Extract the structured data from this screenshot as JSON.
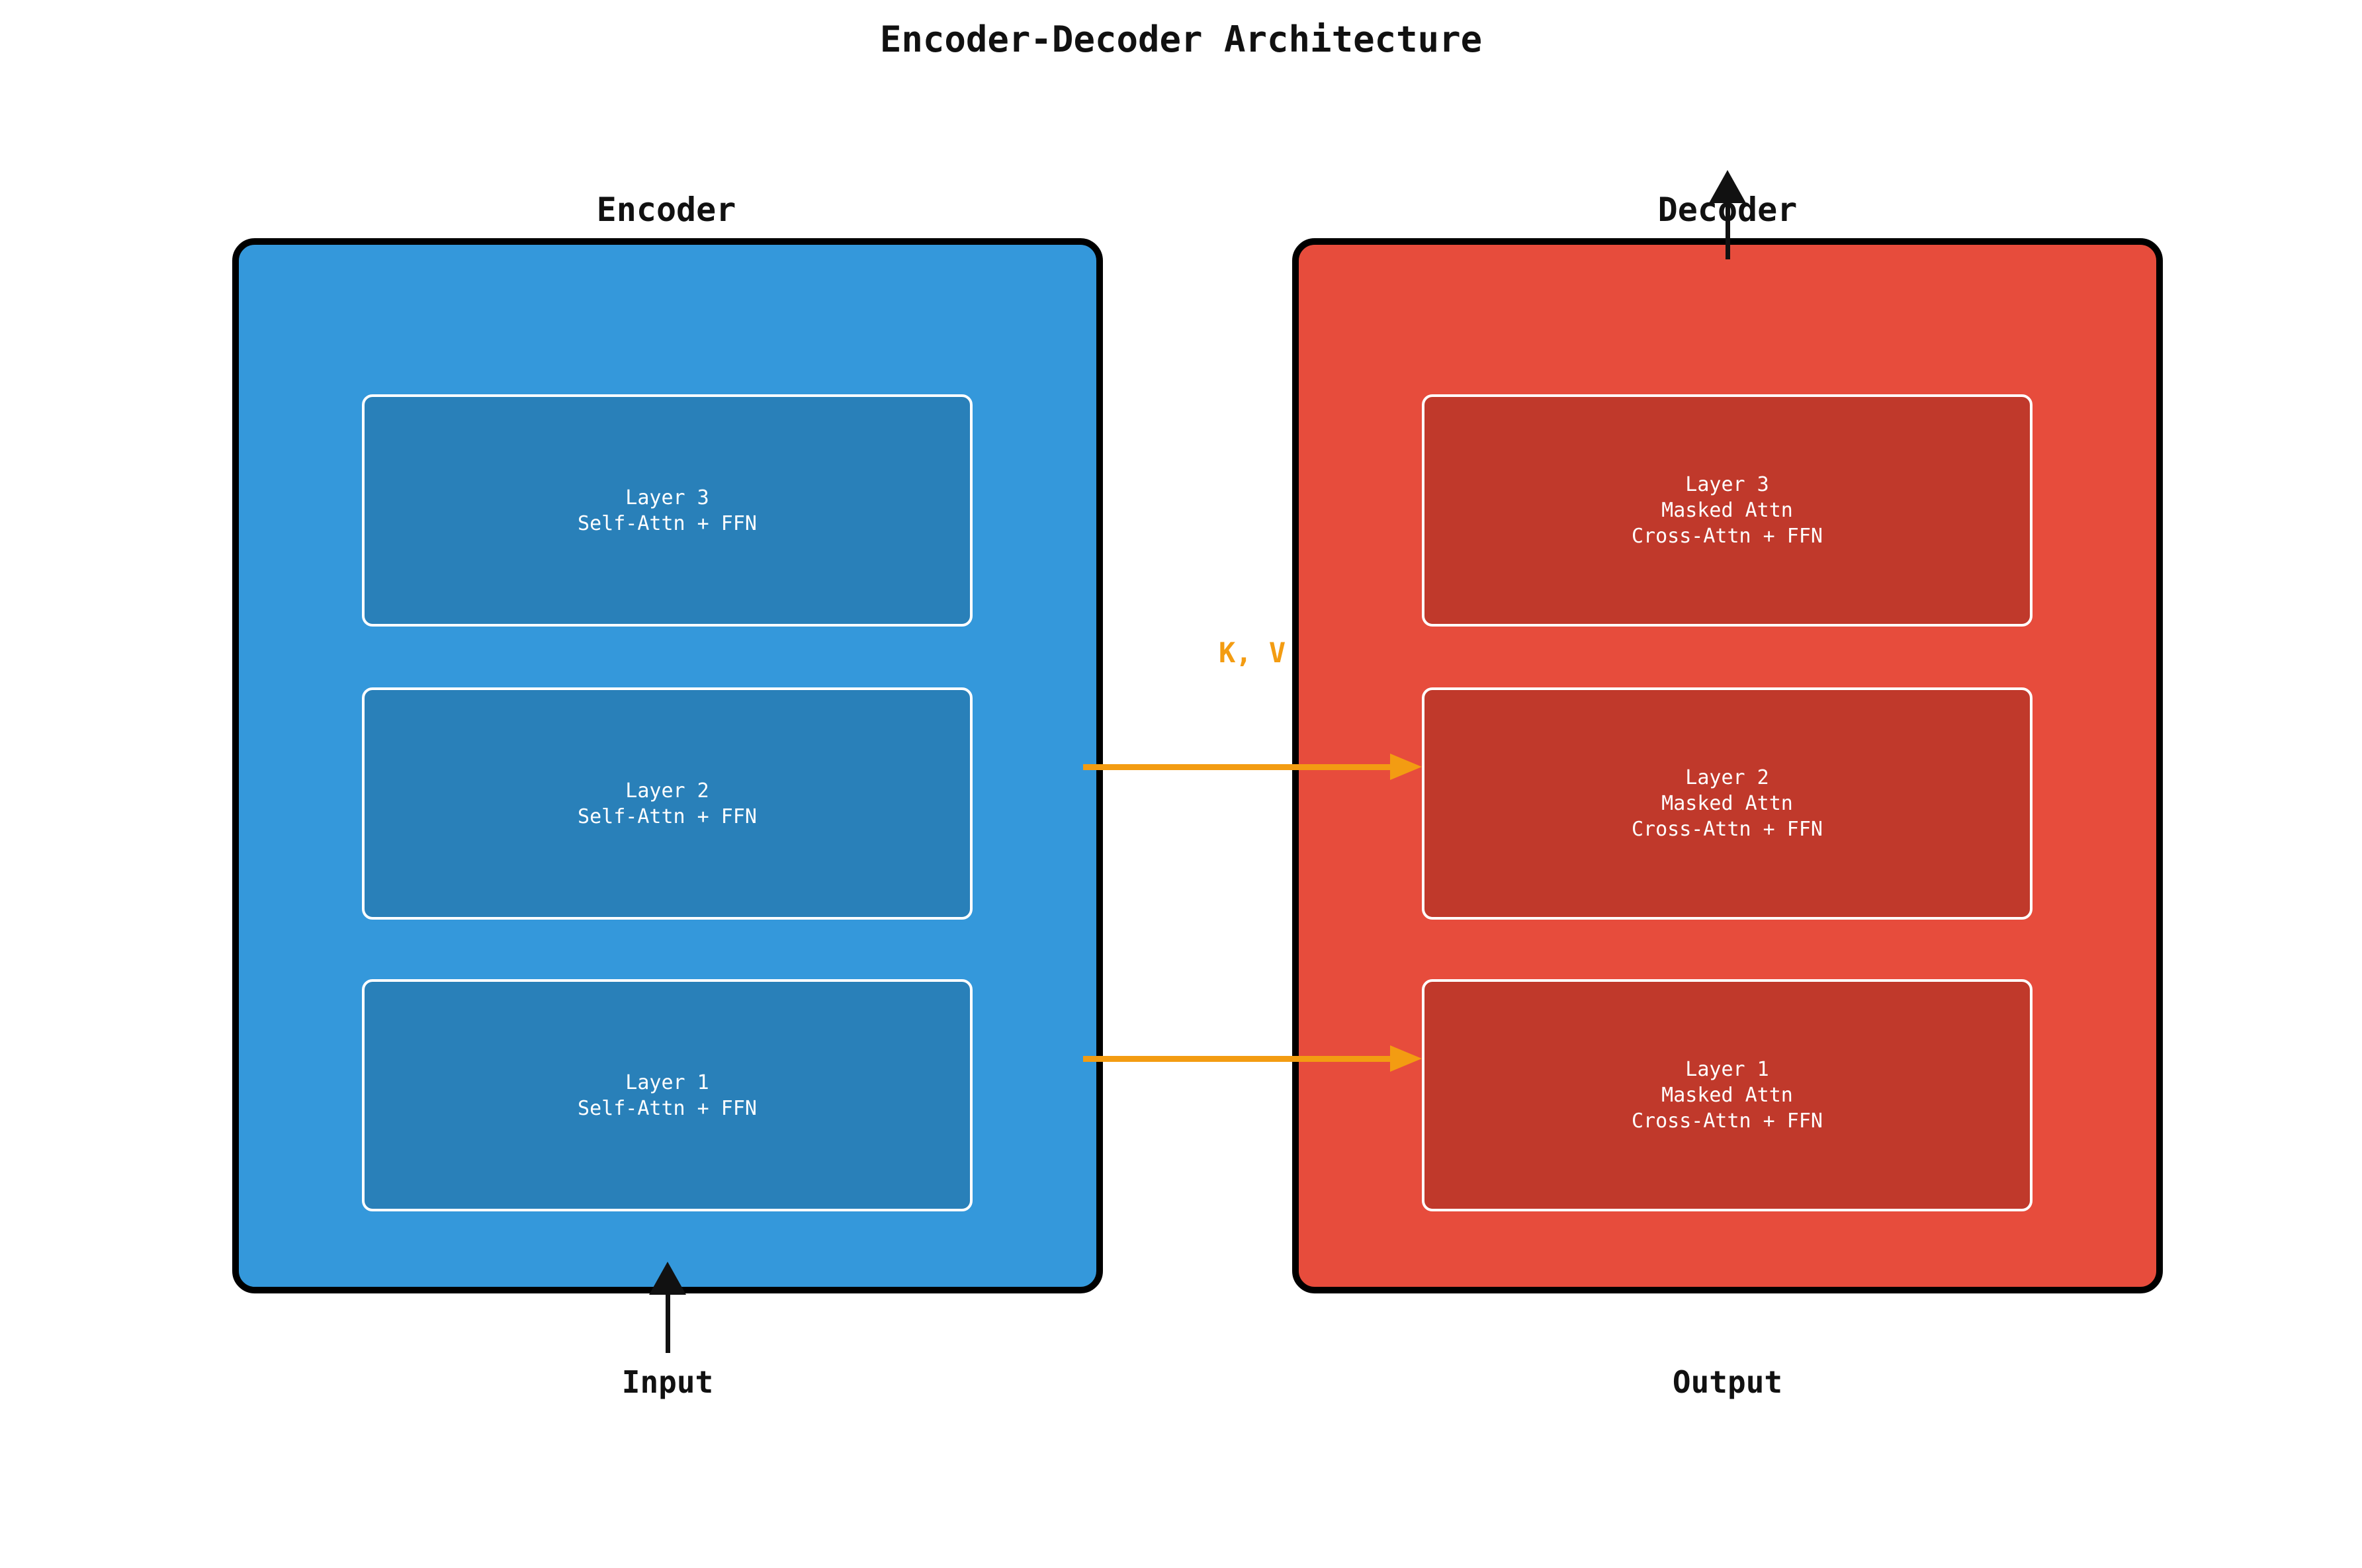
{
  "title": "Encoder-Decoder Architecture",
  "encoder": {
    "label": "Encoder",
    "color": "#3498db",
    "layer_color": "#2980b9",
    "layers": [
      {
        "lines": [
          "Layer 3",
          "Self-Attn + FFN"
        ]
      },
      {
        "lines": [
          "Layer 2",
          "Self-Attn + FFN"
        ]
      },
      {
        "lines": [
          "Layer 1",
          "Self-Attn + FFN"
        ]
      }
    ]
  },
  "decoder": {
    "label": "Decoder",
    "color": "#e74c3c",
    "layer_color": "#c0392b",
    "layers": [
      {
        "lines": [
          "Layer 3",
          "Masked Attn",
          "Cross-Attn + FFN"
        ]
      },
      {
        "lines": [
          "Layer 2",
          "Masked Attn",
          "Cross-Attn + FFN"
        ]
      },
      {
        "lines": [
          "Layer 1",
          "Masked Attn",
          "Cross-Attn + FFN"
        ]
      }
    ]
  },
  "arrows": {
    "kv_label": "K, V",
    "color": "#f39c12"
  },
  "input_label": "Input",
  "output_label": "Output"
}
